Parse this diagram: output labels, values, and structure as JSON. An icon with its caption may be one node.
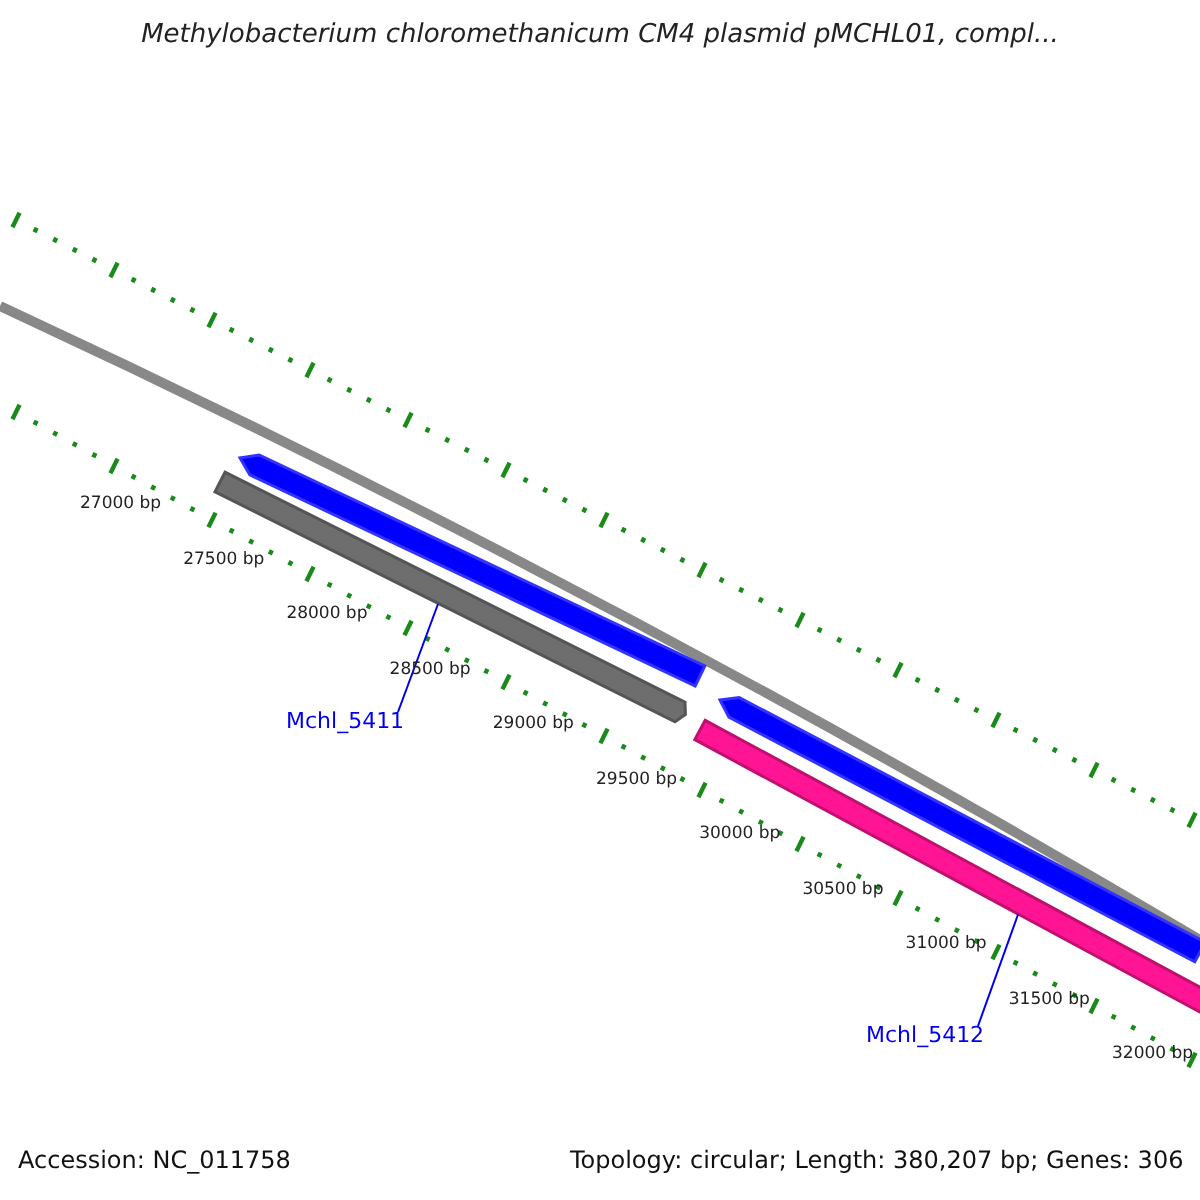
{
  "diagram": {
    "title": "Methylobacterium chloromethanicum CM4 plasmid pMCHL01, compl...",
    "nodes": [
      {
        "text": [
          "Mchl_5411"
        ]
      },
      {
        "text": [],
        "shape": "bar"
      },
      {
        "text": [
          "Mchl_5412"
        ]
      },
      {
        "text": [],
        "shape": "bar"
      }
    ],
    "edges": [
      {
        "from": 0,
        "to": 1,
        "arrow": "none"
      },
      {
        "from": 2,
        "to": 3,
        "arrow": "none"
      }
    ],
    "labels": [
      "27000 bp",
      "27500 bp",
      "28000 bp",
      "28500 bp",
      "29000 bp",
      "29500 bp",
      "30000 bp",
      "30500 bp",
      "31000 bp",
      "31500 bp",
      "32000 bp",
      "Accession: NC_011758",
      "Topology: circular; Length: 380,207 bp; Genes: 306"
    ]
  }
}
